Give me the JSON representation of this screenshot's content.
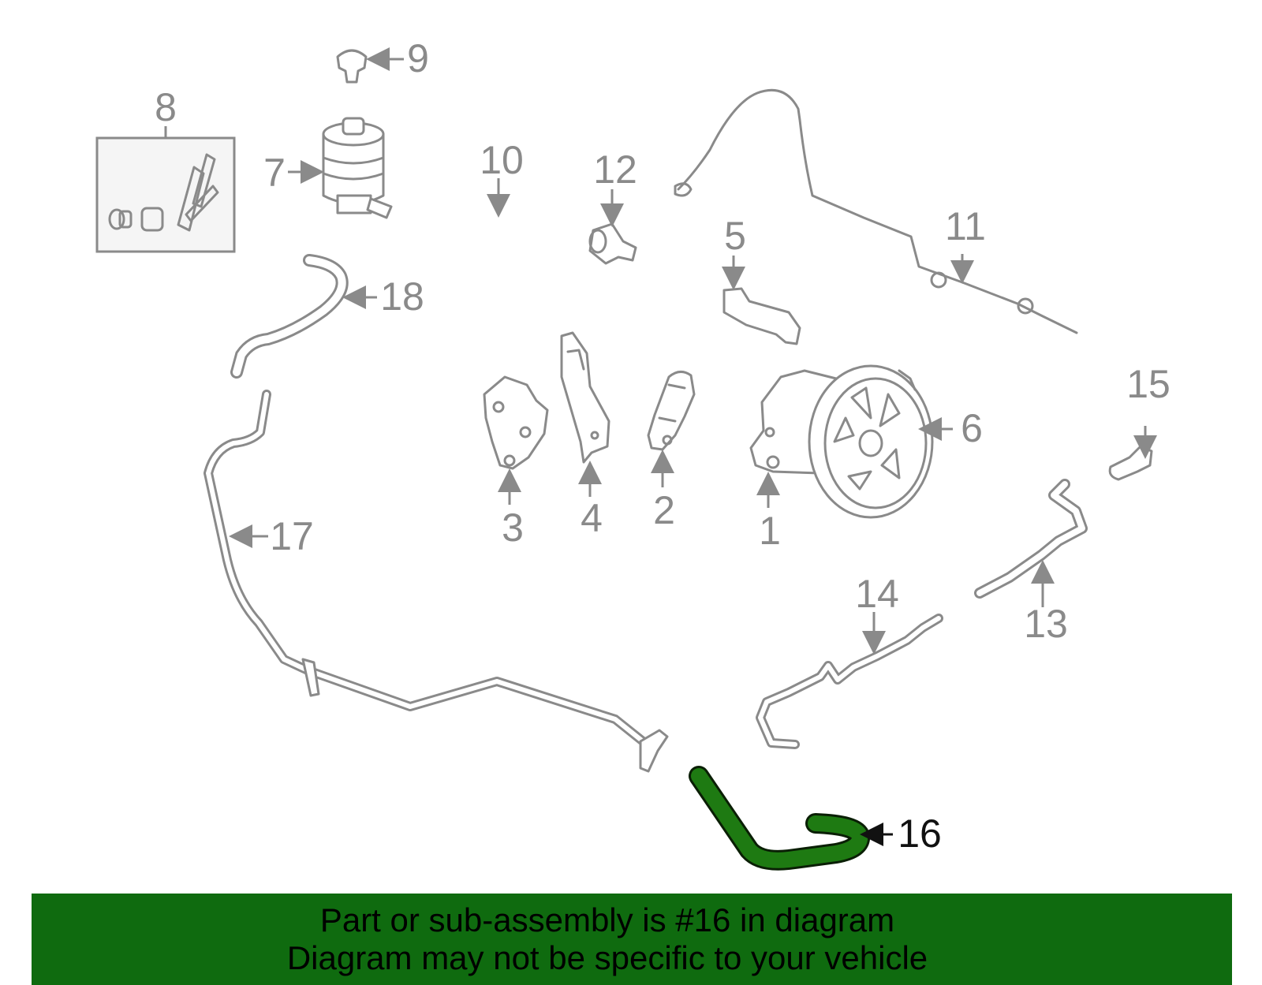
{
  "callouts": {
    "n1": "1",
    "n2": "2",
    "n3": "3",
    "n4": "4",
    "n5": "5",
    "n6": "6",
    "n7": "7",
    "n8": "8",
    "n9": "9",
    "n10": "10",
    "n11": "11",
    "n12": "12",
    "n13": "13",
    "n14": "14",
    "n15": "15",
    "n16": "16",
    "n17": "17",
    "n18": "18"
  },
  "highlight": {
    "part": "16",
    "color": "#1e7a12",
    "outline": "#0a1f05"
  },
  "banner": {
    "line1": "Part or sub-assembly is #16 in diagram",
    "line2": "Diagram may not be specific to your vehicle",
    "background": "#0f6b0f"
  }
}
